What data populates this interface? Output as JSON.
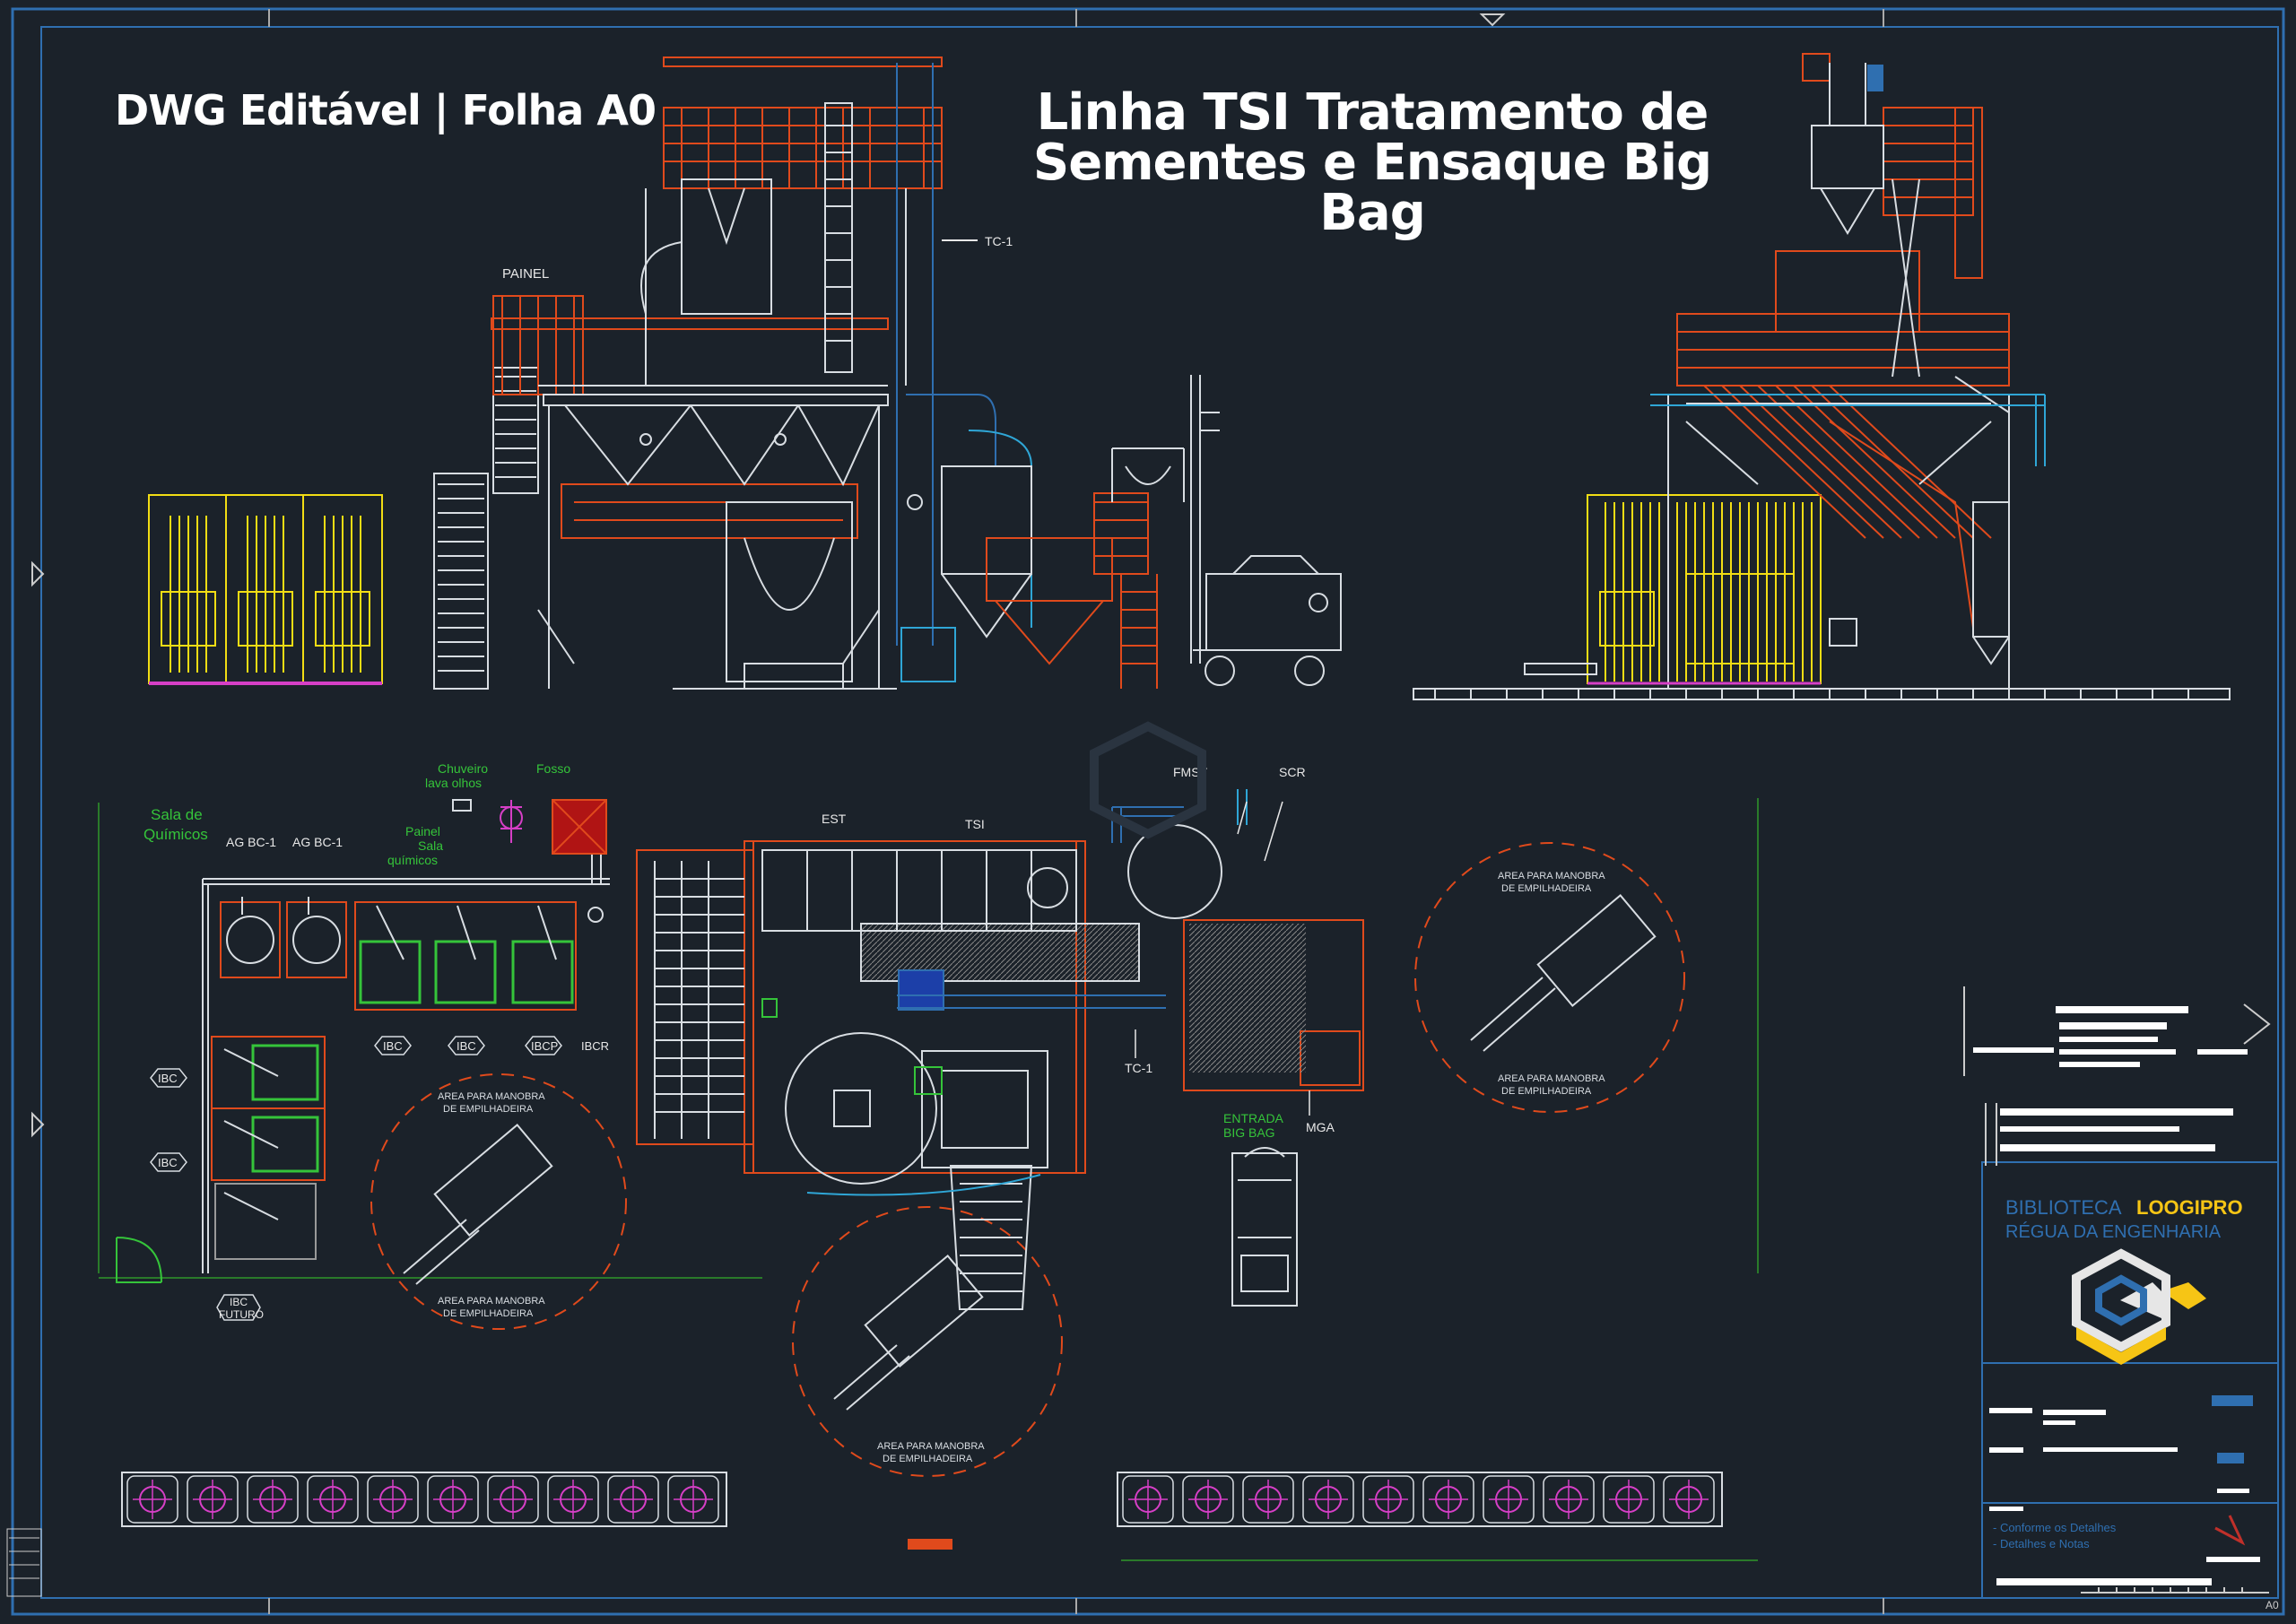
{
  "header": {
    "left_title": "DWG Editável | Folha A0",
    "main_title_line1": "Linha TSI Tratamento de",
    "main_title_line2": "Sementes e Ensaque Big Bag"
  },
  "labels": {
    "painel": "PAINEL",
    "tc1": "TC-1",
    "tc1_plan": "TC-1",
    "chuveiro": "Chuveiro",
    "lava_olhos": "lava olhos",
    "fosso": "Fosso",
    "sala_quimicos_1": "Sala de",
    "sala_quimicos_2": "Químicos",
    "agbc1_a": "AG BC-1",
    "agbc1_b": "AG BC-1",
    "painel_sala_1": "Painel",
    "painel_sala_2": "Sala",
    "painel_sala_3": "químicos",
    "ibc": "IBC",
    "ibcp": "IBCP",
    "ibcr": "IBCR",
    "ibc_futuro_1": "IBC",
    "ibc_futuro_2": "FUTURO",
    "est": "EST",
    "tsi": "TSI",
    "fmst": "FMST",
    "scr": "SCR",
    "entrada_1": "ENTRADA",
    "entrada_2": "BIG BAG",
    "mga": "MGA",
    "area_manobra_1": "AREA PARA MANOBRA",
    "area_manobra_2": "DE EMPILHADEIRA"
  },
  "title_block": {
    "brand_prefix": "BIBLIOTECA",
    "brand_name": "LOOGIPRO",
    "brand_sub": "RÉGUA DA ENGENHARIA",
    "note_1": "- Conforme os Detalhes",
    "note_2": "- Detalhes e Notas",
    "sheet_code": "A0"
  },
  "colors": {
    "background": "#1b222a",
    "frame": "#2f6fb0",
    "structure": "#e04a1c",
    "equipment": "#d8dde2",
    "ibc_yellow": "#f2dd14",
    "green": "#35c43a",
    "cyan": "#2fa6d6",
    "magenta": "#d63fc6",
    "accent_yellow": "#f6c515"
  }
}
